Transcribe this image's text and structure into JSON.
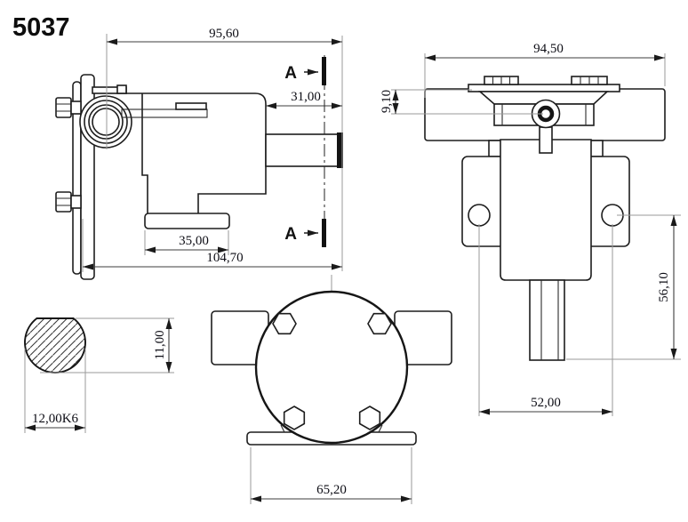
{
  "title": "5037",
  "side_view": {
    "dim_width": "95,60",
    "dim_shaft_ext": "31,00",
    "dim_foot": "35,00",
    "dim_overall": "104,70",
    "section_marker_top": "A",
    "section_marker_bottom": "A"
  },
  "plan_view": {
    "dim_width": "94,50",
    "dim_top_offset": "9,10",
    "dim_shaft_drop": "56,10",
    "dim_port_spacing": "52,00"
  },
  "shaft_section": {
    "dim_flat_height": "11,00",
    "dim_diameter": "12,00K6"
  },
  "front_view": {
    "dim_base_width": "65,20"
  }
}
